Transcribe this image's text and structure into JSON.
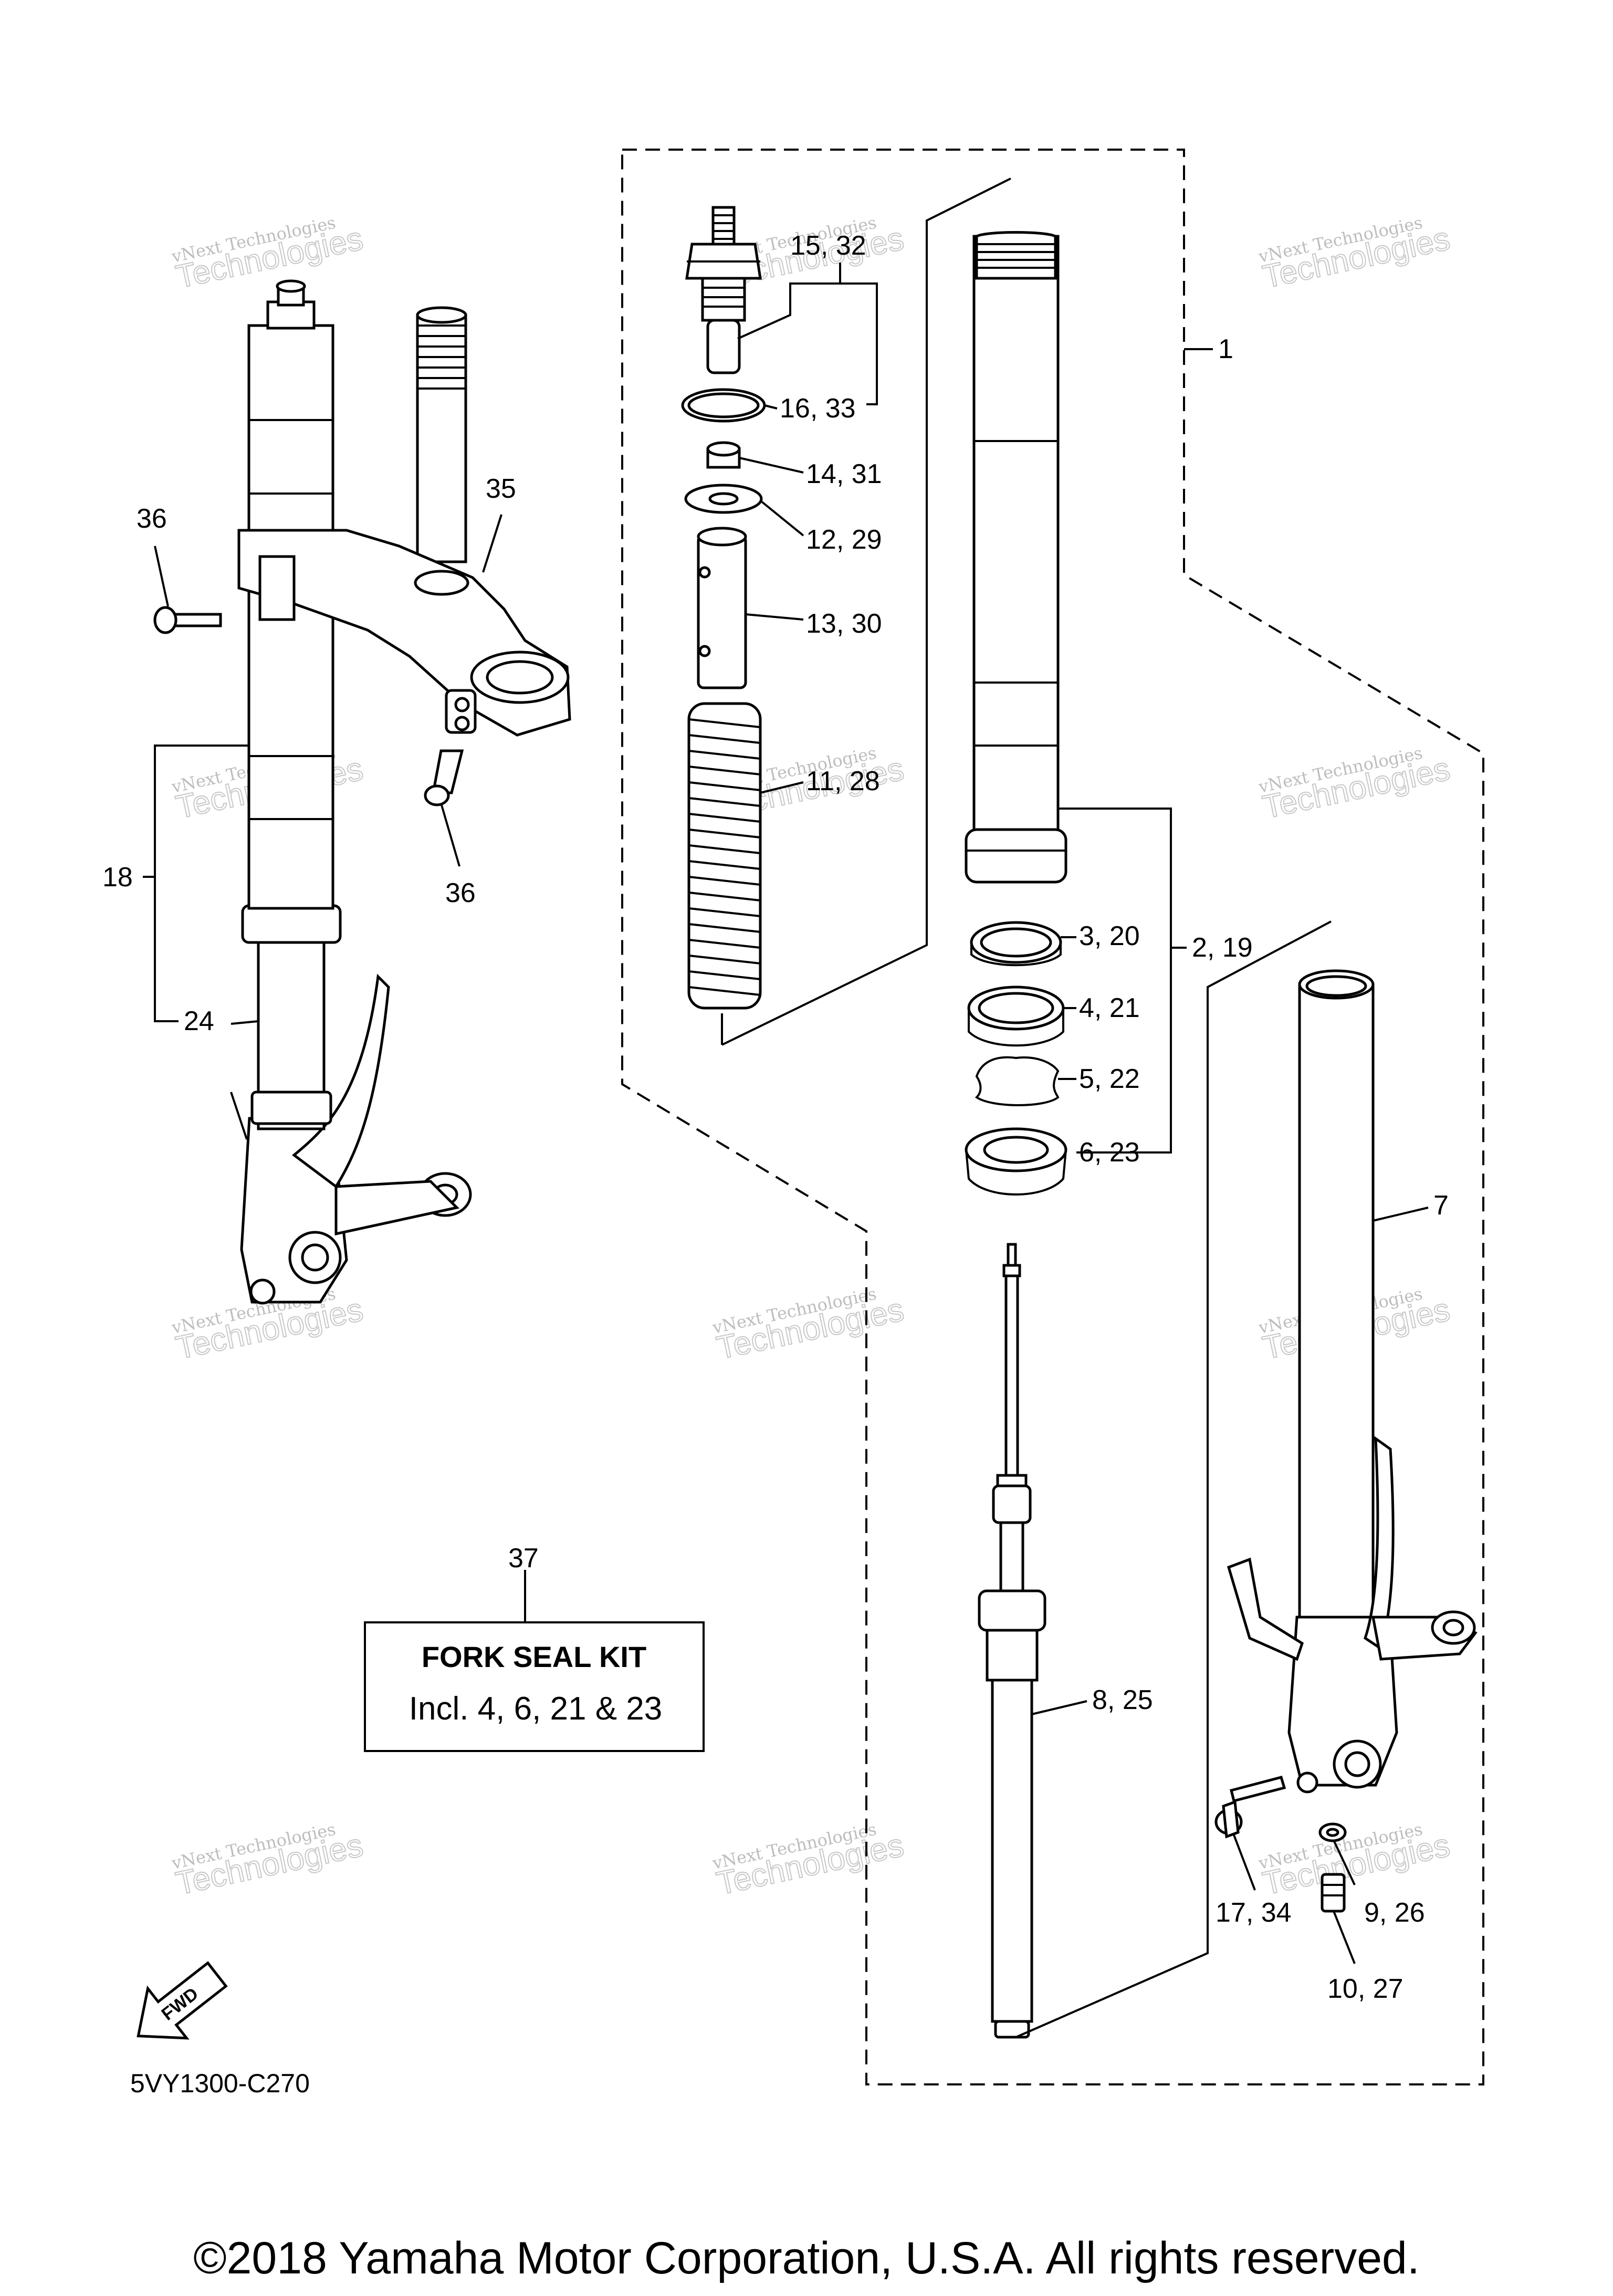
{
  "diagram": {
    "callouts": [
      {
        "id": "c1",
        "text": "1"
      },
      {
        "id": "c2",
        "text": "2, 19"
      },
      {
        "id": "c3",
        "text": "3, 20"
      },
      {
        "id": "c4",
        "text": "4, 21"
      },
      {
        "id": "c5",
        "text": "5, 22"
      },
      {
        "id": "c6",
        "text": "6, 23"
      },
      {
        "id": "c7",
        "text": "7"
      },
      {
        "id": "c8",
        "text": "8, 25"
      },
      {
        "id": "c9",
        "text": "9, 26"
      },
      {
        "id": "c10",
        "text": "10, 27"
      },
      {
        "id": "c11",
        "text": "11, 28"
      },
      {
        "id": "c12",
        "text": "12, 29"
      },
      {
        "id": "c13",
        "text": "13, 30"
      },
      {
        "id": "c14",
        "text": "14, 31"
      },
      {
        "id": "c15",
        "text": "15, 32"
      },
      {
        "id": "c16",
        "text": "16, 33"
      },
      {
        "id": "c17",
        "text": "17, 34"
      },
      {
        "id": "c18",
        "text": "18"
      },
      {
        "id": "c24",
        "text": "24"
      },
      {
        "id": "c35",
        "text": "35"
      },
      {
        "id": "c36a",
        "text": "36"
      },
      {
        "id": "c36b",
        "text": "36"
      },
      {
        "id": "c37",
        "text": "37"
      }
    ],
    "kit_box": {
      "title": "FORK SEAL KIT",
      "subtitle": "Incl. 4, 6, 21 & 23"
    },
    "fwd_label": "FWD",
    "diagram_code": "5VY1300-C270",
    "copyright": "©2018 Yamaha Motor Corporation, U.S.A. All rights reserved.",
    "watermark": {
      "line1": "vNext Technologies",
      "line2": "Technologies"
    }
  }
}
